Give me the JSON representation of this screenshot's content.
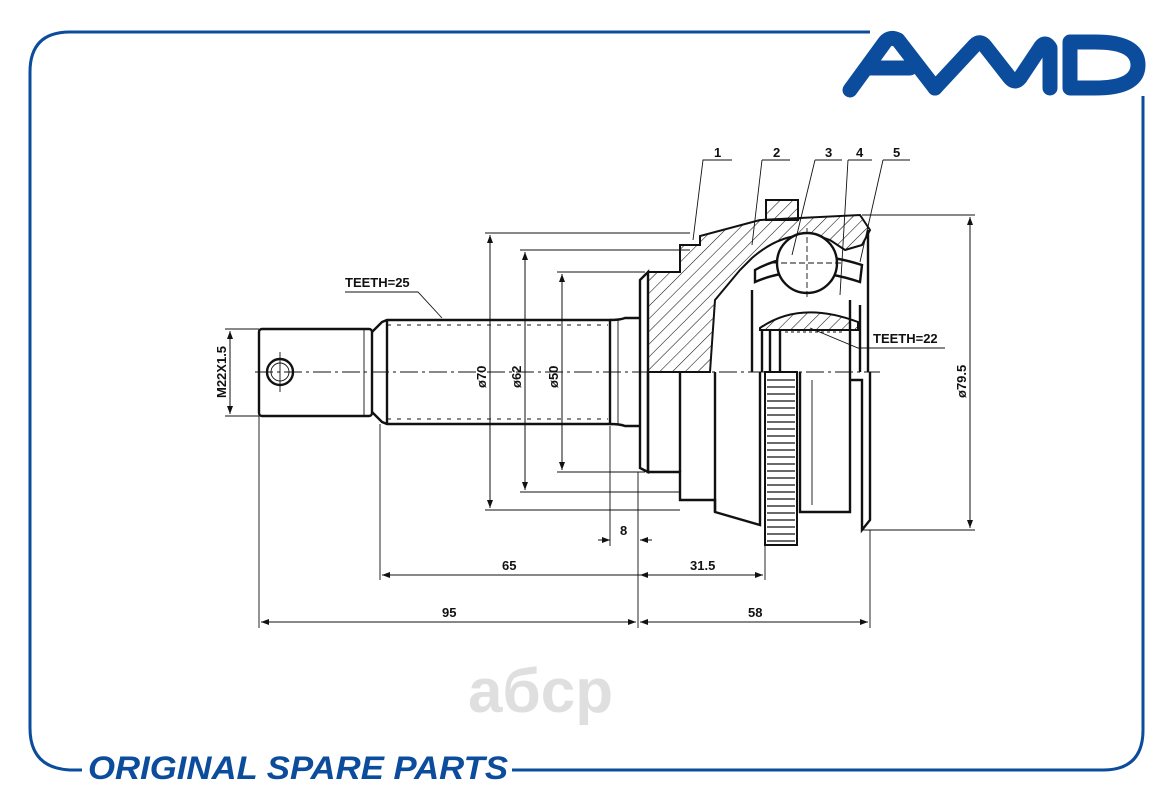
{
  "brand": {
    "logo_text": "AMD",
    "color": "#0b4c9c"
  },
  "footer": {
    "tagline": "ORIGINAL SPARE PARTS"
  },
  "watermark": {
    "text": "aбcp",
    "color": "#d2d2d2"
  },
  "drawing": {
    "thread_label": "M22X1.5",
    "outer_spline_label": "TEETH=25",
    "inner_spline_label": "TEETH=22",
    "diameters": [
      "ø70",
      "ø62",
      "ø50",
      "ø79.5"
    ],
    "lengths": {
      "a": "8",
      "b": "65",
      "c": "31.5",
      "d": "95",
      "e": "58"
    },
    "part_callouts": [
      "1",
      "2",
      "3",
      "4",
      "5"
    ]
  }
}
